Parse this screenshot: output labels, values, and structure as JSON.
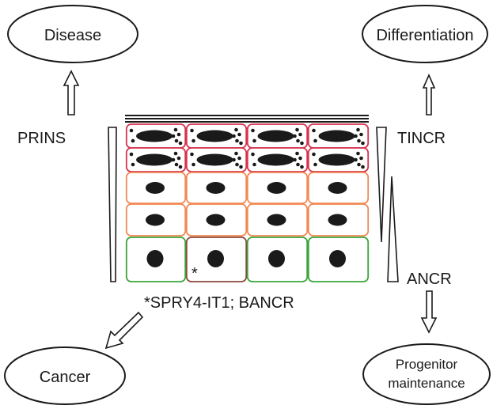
{
  "nodes": {
    "disease": "Disease",
    "differentiation": "Differentiation",
    "cancer": "Cancer",
    "progenitor_line1": "Progenitor",
    "progenitor_line2": "maintenance"
  },
  "labels": {
    "prins": "PRINS",
    "tincr": "TINCR",
    "ancr": "ANCR",
    "spry4": "*SPRY4-IT1; BANCR",
    "asterisk": "*"
  },
  "colors": {
    "granular_layer": "#d6334f",
    "spinous_layer": "#f28a55",
    "basal_layer": "#3aa63a",
    "marked_cell": "#8b4a3c",
    "line": "#1a1a1a"
  }
}
